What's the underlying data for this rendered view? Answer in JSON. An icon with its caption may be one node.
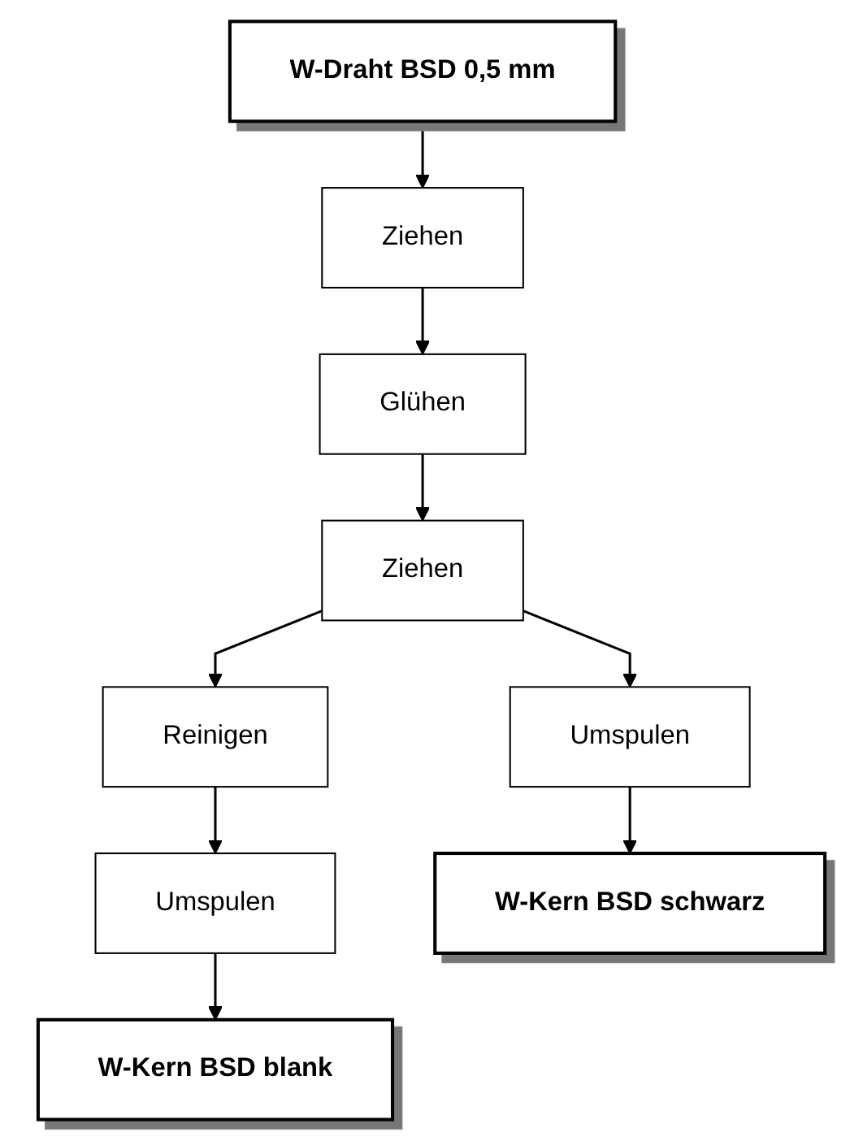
{
  "diagram": {
    "nodes": [
      {
        "text": [
          "W-Draht BSD 0,5 mm"
        ]
      },
      {
        "text": [
          "Ziehen"
        ]
      },
      {
        "text": [
          "Glühen"
        ]
      },
      {
        "text": [
          "Ziehen"
        ]
      },
      {
        "text": [
          "Reinigen"
        ]
      },
      {
        "text": [
          "Umspulen"
        ]
      },
      {
        "text": [
          "Umspulen"
        ]
      },
      {
        "text": [
          "W-Kern BSD schwarz"
        ]
      },
      {
        "text": [
          "W-Kern BSD blank"
        ]
      }
    ],
    "edges": [
      {
        "from": 0,
        "to": 1,
        "arrow": "to"
      },
      {
        "from": 1,
        "to": 2,
        "arrow": "to"
      },
      {
        "from": 2,
        "to": 3,
        "arrow": "to"
      },
      {
        "from": 3,
        "to": 5,
        "arrow": "to"
      },
      {
        "from": 3,
        "to": 4,
        "arrow": "to"
      },
      {
        "from": 4,
        "to": 6,
        "arrow": "to"
      },
      {
        "from": 5,
        "to": 7,
        "arrow": "to"
      },
      {
        "from": 6,
        "to": 8,
        "arrow": "to"
      }
    ]
  }
}
